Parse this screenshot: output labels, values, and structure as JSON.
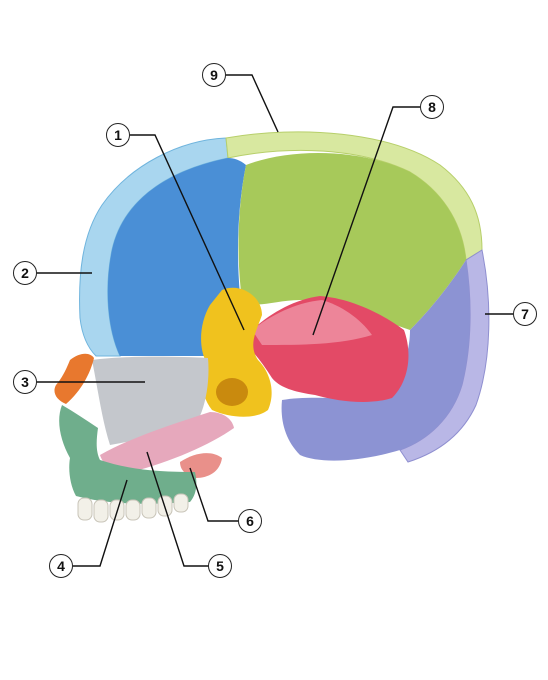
{
  "labels": [
    {
      "id": "1",
      "text": "1"
    },
    {
      "id": "2",
      "text": "2"
    },
    {
      "id": "3",
      "text": "3"
    },
    {
      "id": "4",
      "text": "4"
    },
    {
      "id": "5",
      "text": "5"
    },
    {
      "id": "6",
      "text": "6"
    },
    {
      "id": "7",
      "text": "7"
    },
    {
      "id": "8",
      "text": "8"
    },
    {
      "id": "9",
      "text": "9"
    }
  ],
  "colors": {
    "frontal": "#4a8fd6",
    "frontal_cut": "#a9d6ef",
    "parietal": "#a7c95a",
    "parietal_cut": "#d8e8a0",
    "occipital": "#8c93d3",
    "occipital_cut": "#b9b7e6",
    "sphenoid": "#f0c21e",
    "temporal": "#e34a66",
    "ethmoid": "#c4c7cc",
    "vomer": "#e6a8bc",
    "maxilla": "#6fae8c",
    "nasal": "#e8782e",
    "palatine": "#e9908a",
    "teeth": "#f2f0e8"
  }
}
